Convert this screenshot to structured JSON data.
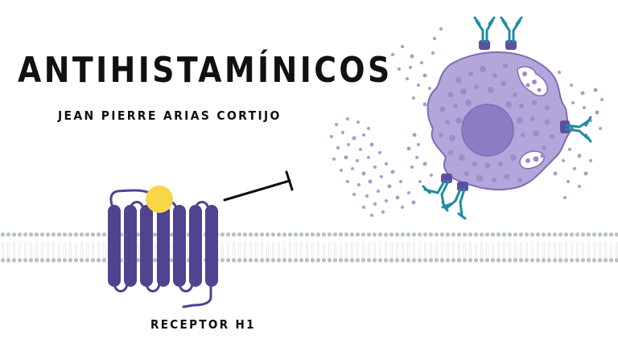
{
  "title": "ANTIHISTAMÍNICOS",
  "author": "JEAN PIERRE ARIAS CORTIJO",
  "receptor_label": "RECEPTOR H1",
  "illustration": {
    "membrane": "lipid-bilayer",
    "receptor": "gpcr-seven-transmembrane",
    "ligand": "histamine-yellow-circle",
    "inhibition_symbol": "blocking-arrow",
    "cell": "mast-cell-degranulating",
    "antibodies": "ige-antibodies"
  },
  "colors": {
    "receptor": "#4e4490",
    "ligand": "#f7d64a",
    "cell_body": "#b4a6da",
    "cell_outline": "#7d6cb5",
    "nucleus": "#8c7cc6",
    "granule": "#9d8dcb",
    "antibody": "#1e8ca6",
    "membrane_head": "#b7c0c8",
    "text": "#111111"
  }
}
